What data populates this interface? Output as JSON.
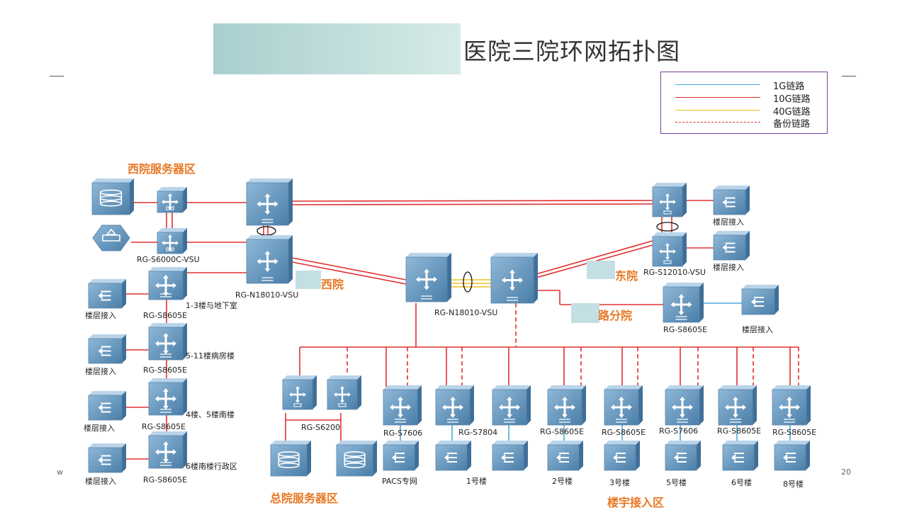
{
  "title": "医院三院环网拓扑图",
  "legend": [
    {
      "label": "1G链路",
      "color": "#4aa8e0",
      "style": "solid"
    },
    {
      "label": "10G链路",
      "color": "#e03030",
      "style": "solid"
    },
    {
      "label": "40G链路",
      "color": "#f0c020",
      "style": "solid"
    },
    {
      "label": "备份链路",
      "color": "#e03030",
      "style": "dashed"
    }
  ],
  "zones": {
    "west_server": "西院服务器区",
    "west": "西院",
    "east": "东院",
    "branch": "路分院",
    "main_server": "总院服务器区",
    "building_access": "楼宇接入区"
  },
  "devices": {
    "west_vsu": "RG-S6000C-VSU",
    "west_core": "RG-N18010-VSU",
    "center_core": "RG-N18010-VSU",
    "east_vsu": "RG-S12010-VSU",
    "branch_sw": "RG-S8605E",
    "main_server_sw": "RG-S6200",
    "west_access": [
      {
        "model": "RG-S8605E",
        "desc": "1-3楼与地下室"
      },
      {
        "model": "RG-S8605E",
        "desc": "5-11楼病房楼"
      },
      {
        "model": "RG-S8605E",
        "desc": "4楼、5楼南楼"
      },
      {
        "model": "RG-S8605E",
        "desc": "6楼南楼行政区"
      }
    ],
    "building_switches": [
      "RG-S7606",
      "RG-S7804",
      "RG-S8605E",
      "RG-S8605E",
      "RG-S7606",
      "RG-S8605E",
      "RG-S8605E"
    ],
    "building_labels": [
      "PACS专网",
      "1号楼",
      "2号楼",
      "3号楼",
      "5号楼",
      "6号楼",
      "8号楼"
    ]
  },
  "floor_access": "楼层接入",
  "page_number": "20",
  "footer_mark": "w"
}
